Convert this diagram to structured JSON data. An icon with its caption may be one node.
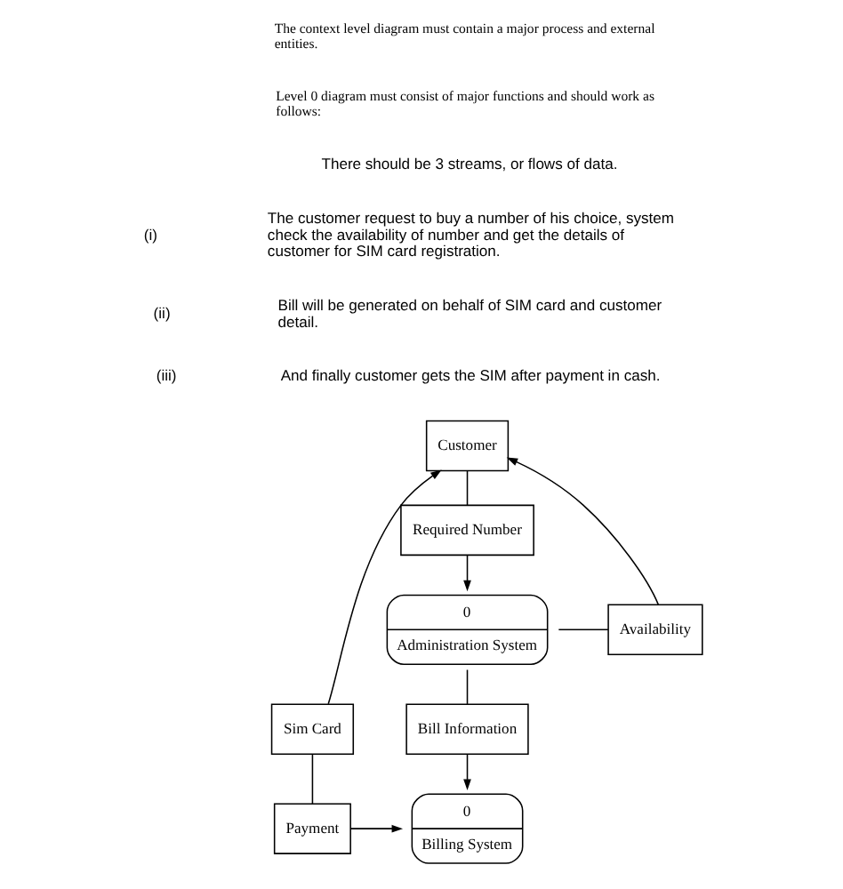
{
  "diagram": {
    "nodes": [
      {
        "text": [
          "Customer"
        ]
      },
      {
        "text": [
          "Required Number"
        ]
      },
      {
        "text": [
          "0",
          "Administration System"
        ]
      },
      {
        "text": [
          "Availability"
        ]
      },
      {
        "text": [
          "Sim Card"
        ]
      },
      {
        "text": [
          "Bill Information"
        ]
      },
      {
        "text": [
          "0",
          "Billing System"
        ]
      },
      {
        "text": [
          "Payment"
        ]
      }
    ],
    "edges": [
      {
        "from": 0,
        "to": 1,
        "arrow": "none"
      },
      {
        "from": 1,
        "to": 2,
        "arrow": "to"
      },
      {
        "from": 2,
        "to": 3,
        "arrow": "none"
      },
      {
        "from": 3,
        "to": 0,
        "arrow": "to"
      },
      {
        "from": 4,
        "to": 0,
        "arrow": "to"
      },
      {
        "from": 4,
        "to": 7,
        "arrow": "none"
      },
      {
        "from": 2,
        "to": 5,
        "arrow": "none"
      },
      {
        "from": 5,
        "to": 6,
        "arrow": "to"
      },
      {
        "from": 7,
        "to": 6,
        "arrow": "to"
      }
    ],
    "labels": [
      "The context level diagram must contain a major process and external entities.",
      "Level 0 diagram must consist of major functions and should work as follows:",
      "There should be 3 streams, or flows of data.",
      "(i)",
      "The customer request to buy a number of his choice, system check the availability of number and get the details of customer for SIM card registration.",
      "(ii)",
      "Bill will be generated on behalf of SIM card and customer detail.",
      "(iii)",
      "And finally customer gets the SIM after payment in cash."
    ]
  }
}
